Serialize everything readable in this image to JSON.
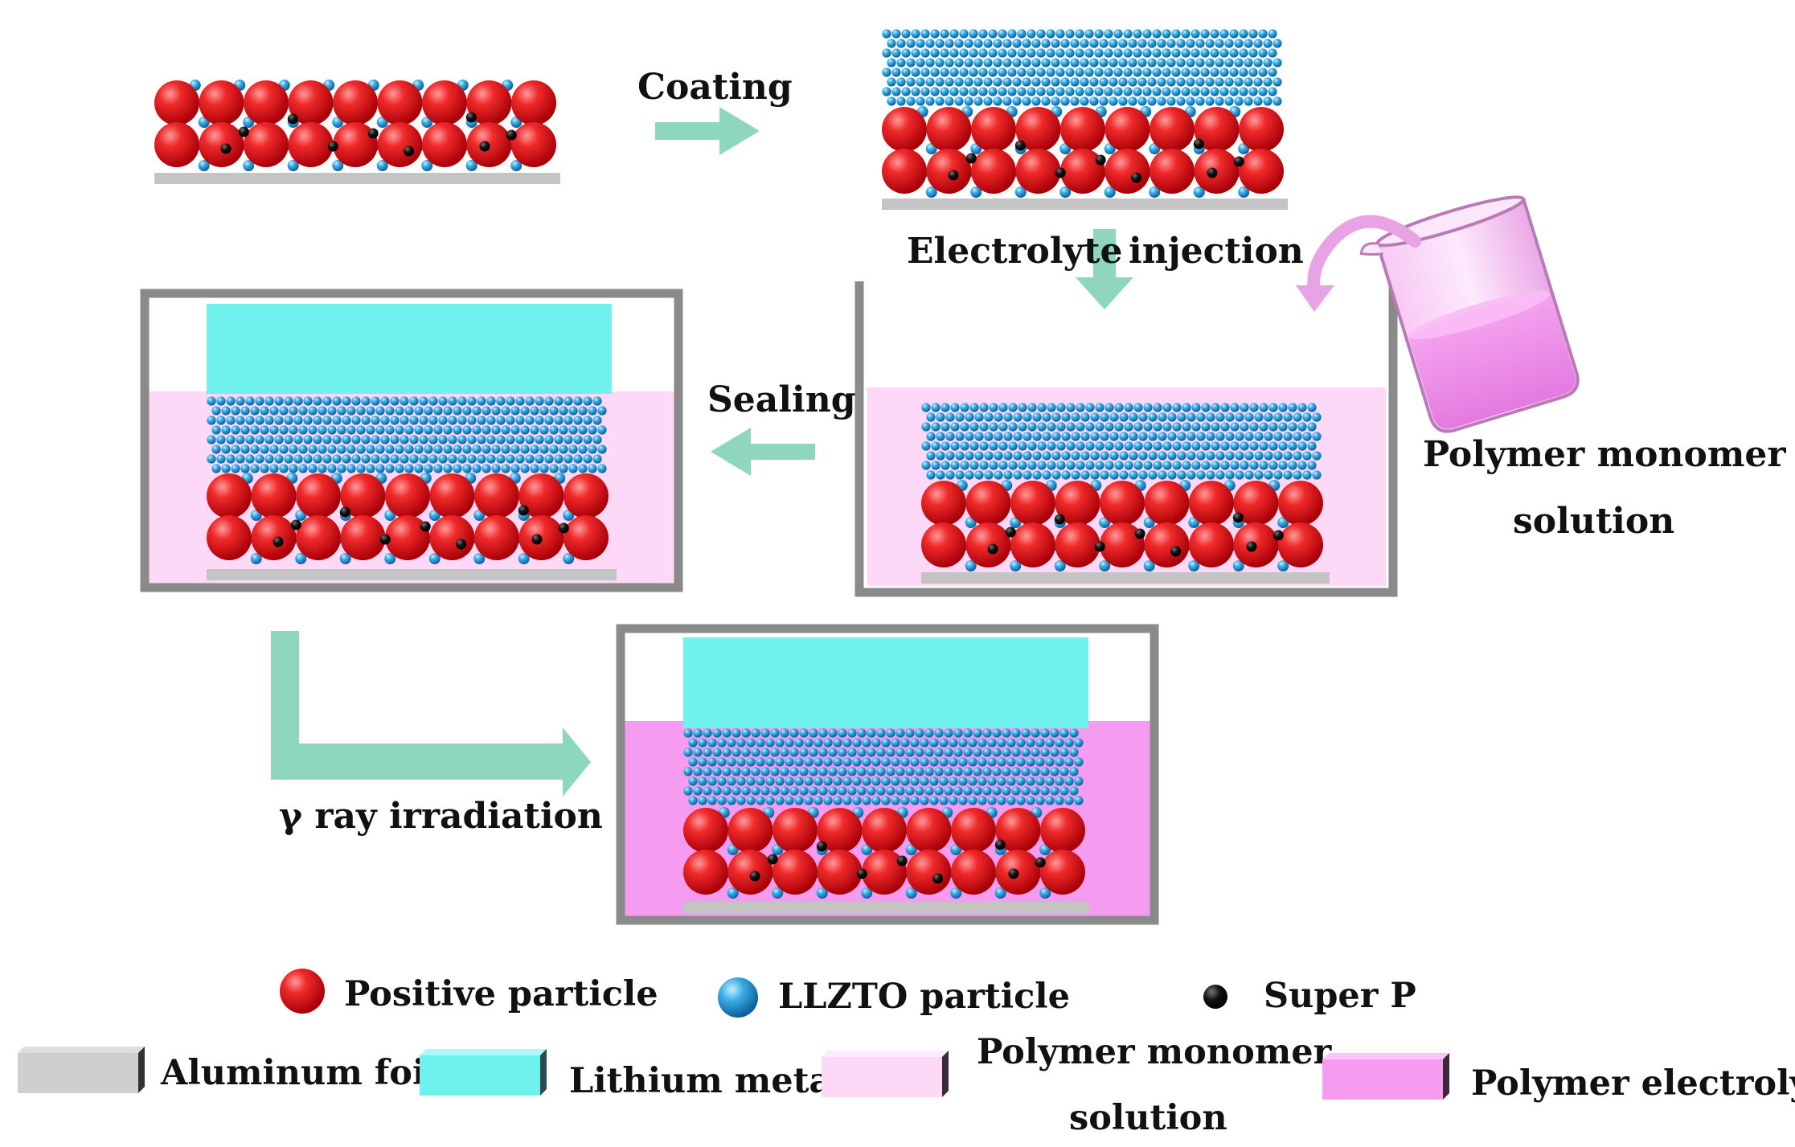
{
  "steps": {
    "coating": "Coating",
    "electrolyte": "Electrolyte",
    "injection": "injection",
    "sealing": "Sealing",
    "irradiation": "γ ray irradiation",
    "beaker_line1": "Polymer monomer",
    "beaker_line2": "solution"
  },
  "legend": {
    "positive": "Positive particle",
    "llzto": "LLZTO particle",
    "superp": "Super P",
    "aluminum": "Aluminum foil",
    "lithium": "Lithium metal",
    "monomer_line1": "Polymer monomer",
    "monomer_line2": "solution",
    "electrolyte": "Polymer electrolyte"
  },
  "colors": {
    "positive": "#e8121b",
    "llzto": "#38a8e0",
    "superp": "#111111",
    "aluminum": "#c4c4c4",
    "lithium": "#6ff2ee",
    "monomer": "#fdd8f7",
    "electrolyte": "#f59cf0",
    "arrow": "#8fd6bf",
    "container": "#8a8a8a"
  }
}
